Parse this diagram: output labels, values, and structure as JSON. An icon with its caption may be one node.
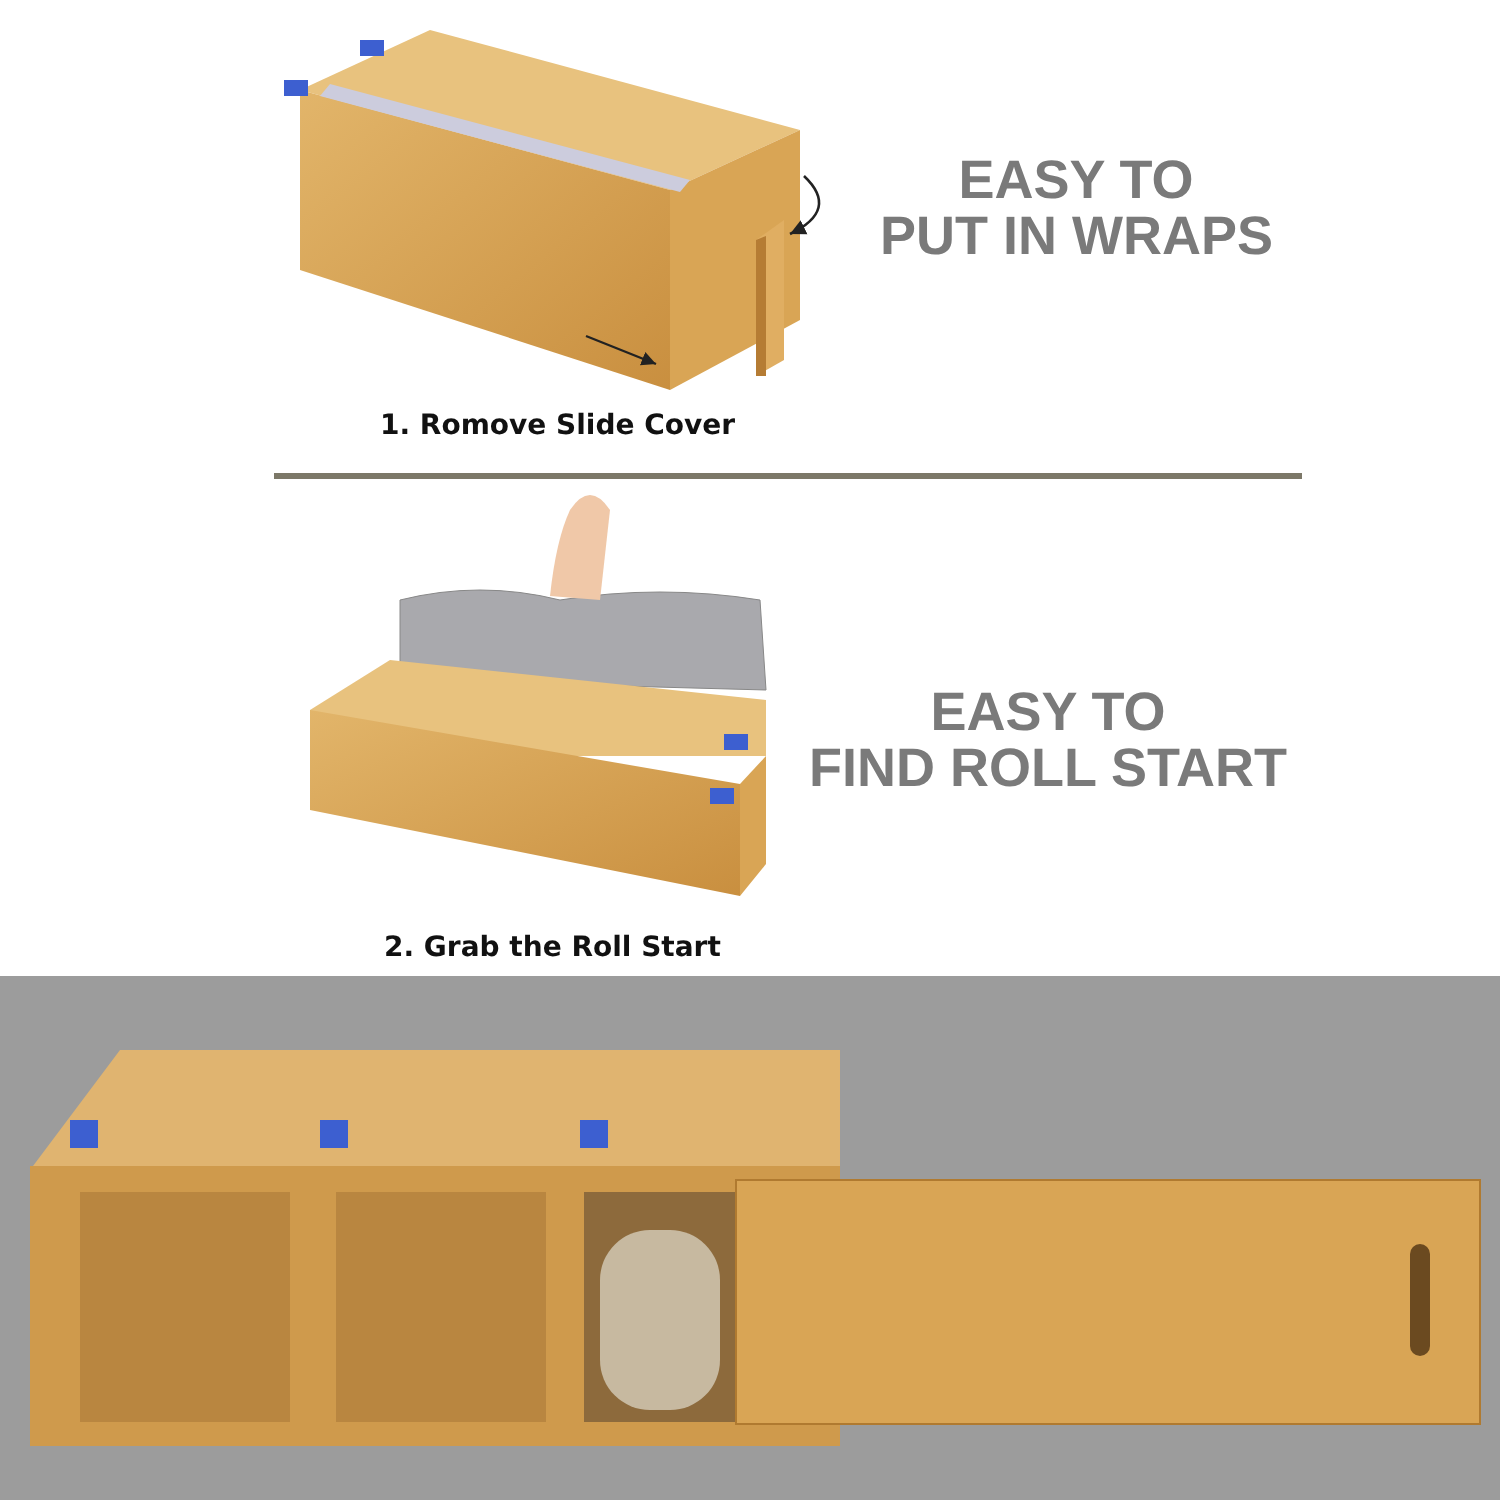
{
  "diagram": {
    "labels": [
      "EASY TO PUT IN WRAPS",
      "1. Romove Slide Cover",
      "EASY TO FIND ROLL START",
      "2. Grab the Roll Start"
    ]
  }
}
